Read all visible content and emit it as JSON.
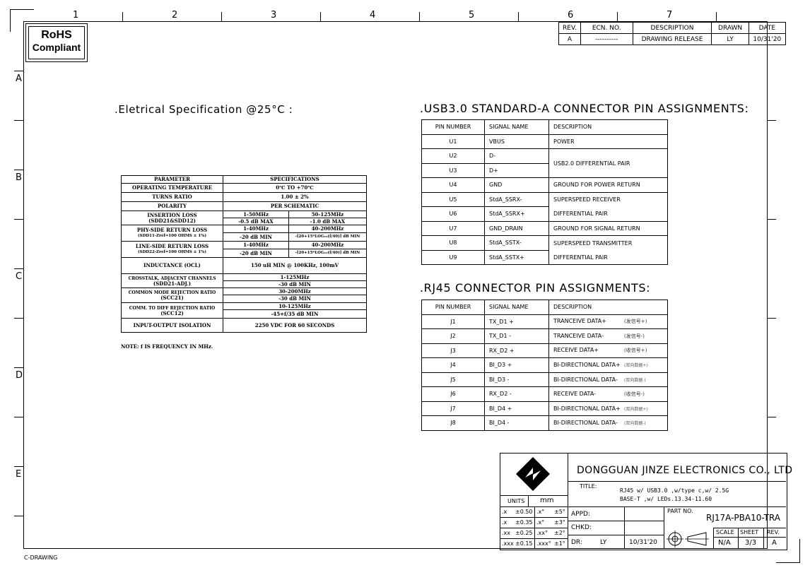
{
  "zones_top": [
    "1",
    "2",
    "3",
    "4",
    "5",
    "6",
    "7"
  ],
  "zones_side": [
    "A",
    "B",
    "C",
    "D",
    "E"
  ],
  "rohs": {
    "line1": "RoHS",
    "line2": "Compliant"
  },
  "revision": {
    "headers": [
      "REV.",
      "ECN. NO.",
      "DESCRIPTION",
      "DRAWN",
      "DATE"
    ],
    "row": [
      "A",
      "----------",
      "DRAWING RELEASE",
      "LY",
      "10/31'20"
    ]
  },
  "electrical": {
    "title": ".Eletrical Specification @25°C :",
    "headers": [
      "PARAMETER",
      "SPECIFICATIONS"
    ],
    "rows": {
      "op_temp": [
        "OPERATING TEMPERATURE",
        "0℃ TO +70℃"
      ],
      "turns": [
        "TURNS RATIO",
        "1.00 ± 2%"
      ],
      "polarity": [
        "POLARITY",
        "PER SCHEMATIC"
      ],
      "insertion": {
        "label": "INSERTION LOSS",
        "sub": "(SDD21&SDD12)",
        "c1": "1-50MHz",
        "c2": "50-125MHz",
        "v1": "-0.5 dB MAX",
        "v2": "-1.0 dB MAX"
      },
      "phy": {
        "label": "PHY-SIDE RETURN LOSS",
        "sub": "(SDD11-Zref=100 OHMS ± 1%)",
        "c1": "1-40MHz",
        "c2": "40-200MHz",
        "v1": "-20 dB MIN",
        "v2": "-[20+15*LOG₁₀(f/40)] dB MIN"
      },
      "line": {
        "label": "LINE-SIDE RETURN LOSS",
        "sub": "(SDD22-Zref=100 OHMS ± 1%)",
        "c1": "1-40MHz",
        "c2": "40-200MHz",
        "v1": "-20 dB MIN",
        "v2": "-[20+15*LOG₁₀(f/40)] dB MIN"
      },
      "inductance": [
        "INDUCTANCE (OCL)",
        "150 uH MIN @ 100KHz, 100mV"
      ],
      "crosstalk": {
        "label": "CROSSTALK, ADJACENT CHANNELS",
        "sub": "(SDD21-ADJ.)",
        "c1": "1-125MHz",
        "v1": "-30 dB MIN"
      },
      "cmrr": {
        "label": "COMMON MODE REJECTION RATIO",
        "sub": "(SCC21)",
        "c1": "30-200MHz",
        "v1": "-30 dB MIN"
      },
      "cdrr": {
        "label": "COMM. TO DIFF REJECTION RATIO",
        "sub": "(SCC12)",
        "c1": "10-125MHz",
        "v1": "-45+f/35 dB MIN"
      },
      "isolation": [
        "INPUT-OUTPUT ISOLATION",
        "2250 VDC FOR 60 SECONDS"
      ]
    },
    "note": "NOTE: f IS FREQUENCY IN MHz."
  },
  "usb": {
    "title": ".USB3.0 STANDARD-A CONNECTOR PIN ASSIGNMENTS:",
    "headers": [
      "PIN NUMBER",
      "SIGNAL NAME",
      "DESCRIPTION"
    ],
    "rows": [
      {
        "pin": "U1",
        "sig": "VBUS",
        "desc": "POWER"
      },
      {
        "pin": "U2",
        "sig": "D-",
        "desc": "USB2.0 DIFFERENTIAL PAIR"
      },
      {
        "pin": "U3",
        "sig": "D+"
      },
      {
        "pin": "U4",
        "sig": "GND",
        "desc": "GROUND FOR POWER RETURN"
      },
      {
        "pin": "U5",
        "sig": "StdA_SSRX-",
        "desc": "SUPERSPEED RECEIVER"
      },
      {
        "pin": "U6",
        "sig": "StdA_SSRX+",
        "desc": "DIFFERENTIAL PAIR"
      },
      {
        "pin": "U7",
        "sig": "GND_DRAIN",
        "desc": "GROUND FOR SIGNAL RETURN"
      },
      {
        "pin": "U8",
        "sig": "StdA_SSTX-",
        "desc": "SUPERSPEED TRANSMITTER"
      },
      {
        "pin": "U9",
        "sig": "StdA_SSTX+",
        "desc": "DIFFERENTIAL PAIR"
      }
    ]
  },
  "rj45": {
    "title": ".RJ45 CONNECTOR PIN  ASSIGNMENTS:",
    "headers": [
      "PIN NUMBER",
      "SIGNAL NAME",
      "DESCRIPTION"
    ],
    "rows": [
      {
        "pin": "J1",
        "sig": "TX_D1 +",
        "desc": "TRANCEIVE DATA+",
        "cn": "(发信号+)"
      },
      {
        "pin": "J2",
        "sig": "TX_D1 -",
        "desc": "TRANCEIVE DATA-",
        "cn": "(发信号-)"
      },
      {
        "pin": "J3",
        "sig": "RX_D2 +",
        "desc": "RECEIVE DATA+",
        "cn": "(收信号+)"
      },
      {
        "pin": "J4",
        "sig": "BI_D3 +",
        "desc": "BI-DIRECTIONAL DATA+",
        "cn": "(双向数据+)"
      },
      {
        "pin": "J5",
        "sig": "BI_D3 -",
        "desc": "BI-DIRECTIONAL DATA-",
        "cn": "(双向数据-)"
      },
      {
        "pin": "J6",
        "sig": "RX_D2 -",
        "desc": "RECEIVE DATA-",
        "cn": "(收信号-)"
      },
      {
        "pin": "J7",
        "sig": "BI_D4 +",
        "desc": "BI-DIRECTIONAL DATA+",
        "cn": "(双向数据+)"
      },
      {
        "pin": "J8",
        "sig": "BI_D4 -",
        "desc": "BI-DIRECTIONAL DATA-",
        "cn": "(双向数据-)"
      }
    ]
  },
  "titleblock": {
    "company": "DONGGUAN JINZE ELECTRONICS CO., LTD",
    "title_label": "TITLE:",
    "title_line1": "RJ45 w/ USB3.0 ,w/type c,w/ 2.5G",
    "title_line2": "BASE-T ,w/ LEDs.13.34-11.60",
    "units_label": "UNITS",
    "units_value": "mm",
    "tolerances": [
      [
        ".x",
        "±0.50",
        ".x°",
        "±5°"
      ],
      [
        ".x",
        "±0.35",
        ".x°",
        "±3°"
      ],
      [
        ".xx",
        "±0.25",
        ".xx°",
        "±2°"
      ],
      [
        ".xxx",
        "±0.15",
        ".xxx°",
        "±1°"
      ]
    ],
    "appd": "APPD:",
    "chkd": "CHKD:",
    "dr_label": "DR:",
    "dr_value": "LY",
    "date": "10/31'20",
    "part_label": "PART NO.",
    "part_no": "RJ17A-PBA10-TRA",
    "scale_label": "SCALE",
    "sheet_label": "SHEET",
    "rev_label": "REV.",
    "scale": "N/A",
    "sheet": "3/3",
    "rev": "A"
  },
  "footer": "C-DRAWING"
}
